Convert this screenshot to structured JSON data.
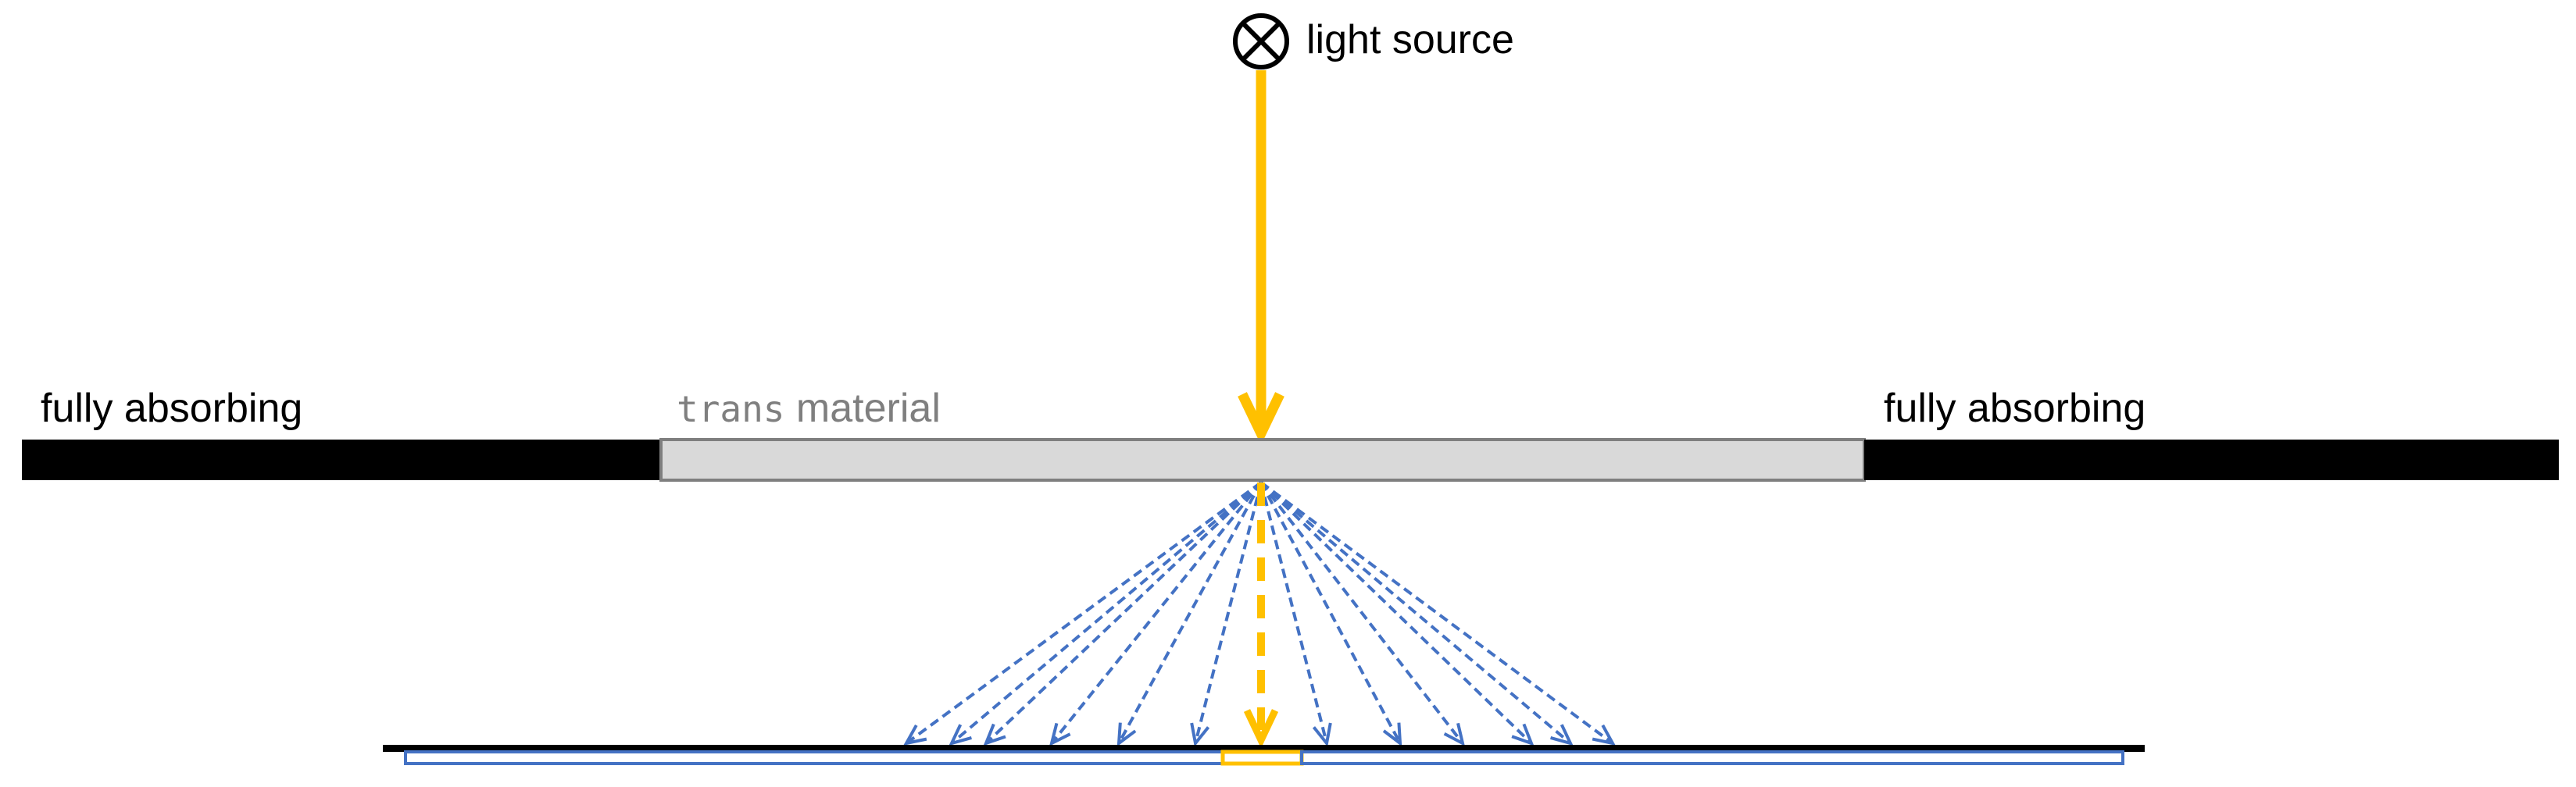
{
  "labels": {
    "light_source": "light source",
    "left_material": "fully absorbing",
    "right_material": "fully absorbing",
    "center_material_keyword": "trans",
    "center_material_suffix": " material"
  },
  "colors": {
    "absorbing": "#000000",
    "trans_fill": "#d9d9d9",
    "trans_stroke": "#7f7f7f",
    "trans_label": "#7f7f7f",
    "primary_ray": "#ffc000",
    "scattered_ray": "#4472c4",
    "receiver": "#000000",
    "receiver_blue": "#4472c4",
    "receiver_yellow": "#ffc000"
  },
  "icons": {
    "light_source": "circled-x-icon"
  },
  "scattered_ray_count": 12
}
